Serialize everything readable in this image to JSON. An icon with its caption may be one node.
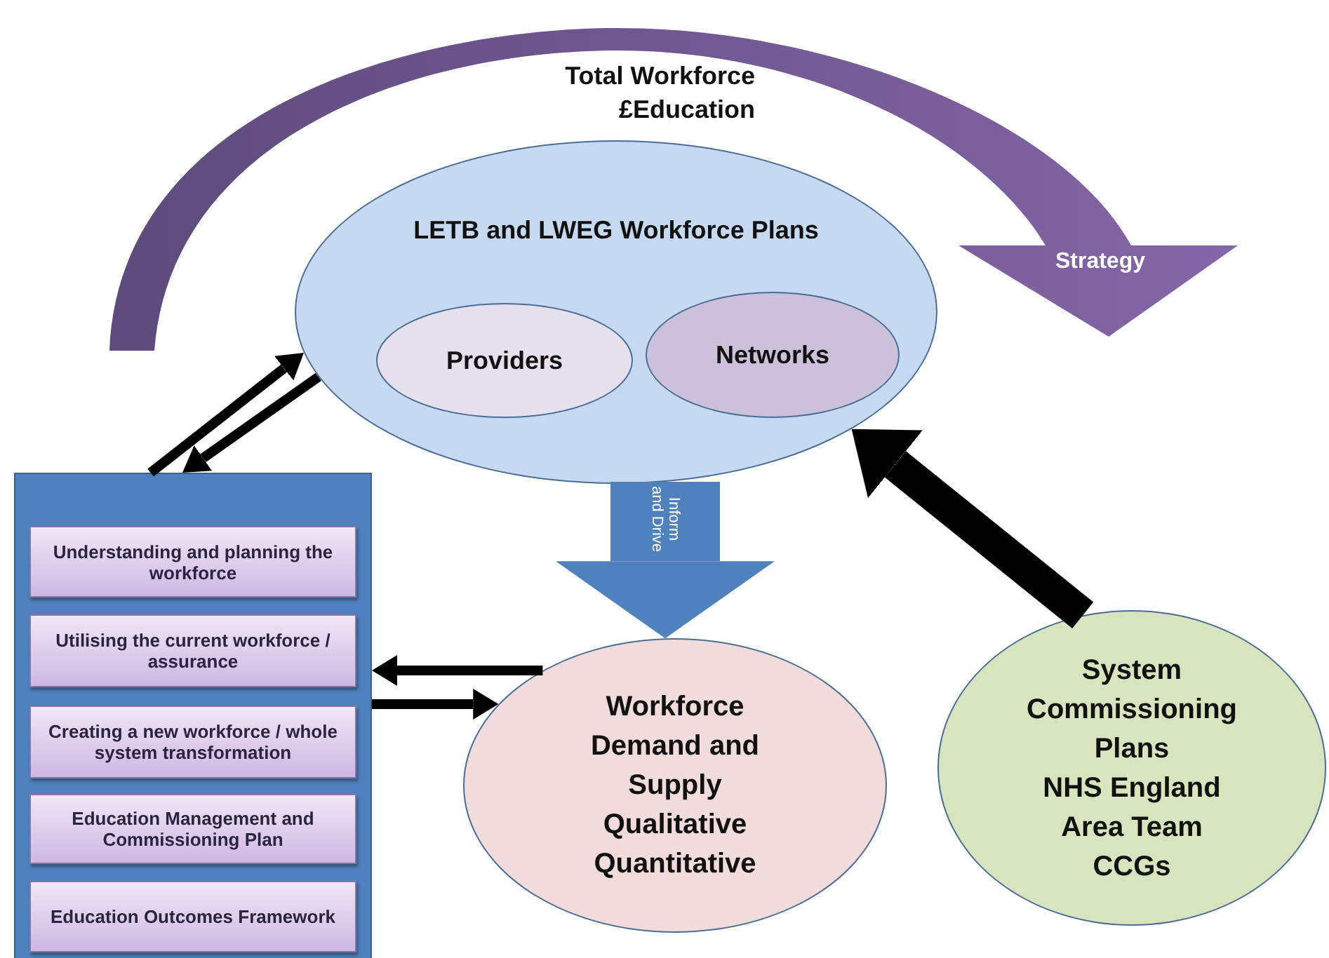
{
  "diagram": {
    "nodes": [
      {
        "text": [
          "LETB and LWEG Workforce Plans"
        ]
      },
      {
        "text": [
          "Providers"
        ],
        "in": 0
      },
      {
        "text": [
          "Networks"
        ],
        "in": 0
      },
      {
        "text": [],
        "shape": "box"
      },
      {
        "text": [
          "Understanding and planning the workforce"
        ],
        "in": 3
      },
      {
        "text": [
          "Utilising the current workforce / assurance"
        ],
        "in": 3
      },
      {
        "text": [
          "Creating a new workforce / whole system transformation"
        ],
        "in": 3
      },
      {
        "text": [
          "Education Management and Commissioning Plan"
        ],
        "in": 3
      },
      {
        "text": [
          "Education Outcomes Framework"
        ],
        "in": 3
      },
      {
        "text": [
          "Workforce Demand and Supply",
          "Qualitative Quantitative"
        ]
      },
      {
        "text": [
          "System Commissioning Plans",
          "NHS England Area Team CCGs"
        ]
      }
    ],
    "edges": [
      {
        "from": 3,
        "to": 0,
        "arrow": "to"
      },
      {
        "from": 0,
        "to": 3,
        "arrow": "to"
      },
      {
        "from": 9,
        "to": 3,
        "arrow": "to"
      },
      {
        "from": 3,
        "to": 9,
        "arrow": "to"
      },
      {
        "from": 0,
        "to": 9,
        "arrow": "to",
        "label": "Inform and Drive",
        "style": "thick",
        "color": "#4f81bd"
      },
      {
        "from": 10,
        "to": 0,
        "arrow": "to",
        "style": "thick"
      }
    ],
    "labels": [
      "Total Workforce £Education",
      "Strategy"
    ]
  }
}
